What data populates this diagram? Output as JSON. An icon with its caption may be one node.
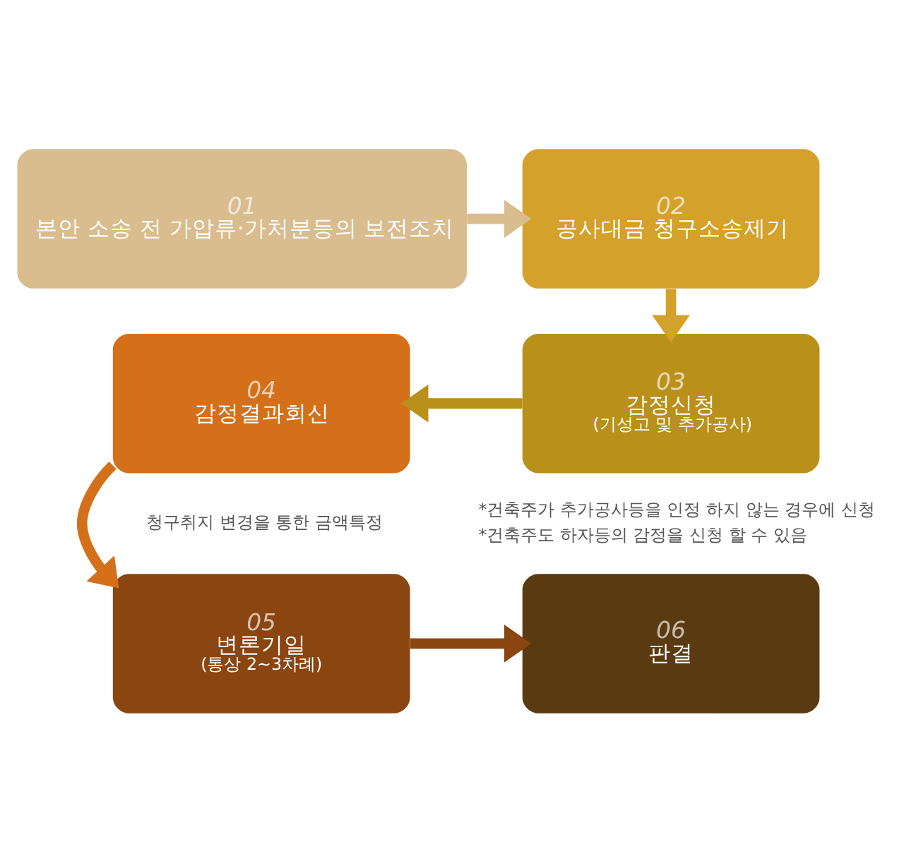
{
  "diagram": {
    "nodes": [
      {
        "text": [
          "01",
          "본안 소송 전 가압류·가처분등의 보전조치"
        ]
      },
      {
        "text": [
          "02",
          "공사대금 청구소송제기"
        ]
      },
      {
        "text": [
          "03",
          "감정신청",
          "(기성고 및 추가공사)"
        ],
        "beside": [
          "*건축주가 추가공사등을 인정 하지 않는 경우에 신청",
          "*건축주도 하자등의 감정을 신청 할 수 있음"
        ]
      },
      {
        "text": [
          "04",
          "감정결과회신"
        ],
        "beside": [
          "청구취지 변경을 통한 금액특정"
        ]
      },
      {
        "text": [
          "05",
          "변론기일",
          "(통상 2~3차례)"
        ]
      },
      {
        "text": [
          "06",
          "판결"
        ]
      }
    ],
    "edges": [
      {
        "from": 0,
        "to": 1,
        "arrow": "to",
        "color": "#d9bd8f"
      },
      {
        "from": 1,
        "to": 2,
        "arrow": "to",
        "color": "#d4a12a"
      },
      {
        "from": 2,
        "to": 3,
        "arrow": "to",
        "color": "#b8901a"
      },
      {
        "from": 3,
        "to": 4,
        "arrow": "to",
        "color": "#d4701a"
      },
      {
        "from": 4,
        "to": 5,
        "arrow": "to",
        "color": "#8a4510"
      }
    ]
  }
}
